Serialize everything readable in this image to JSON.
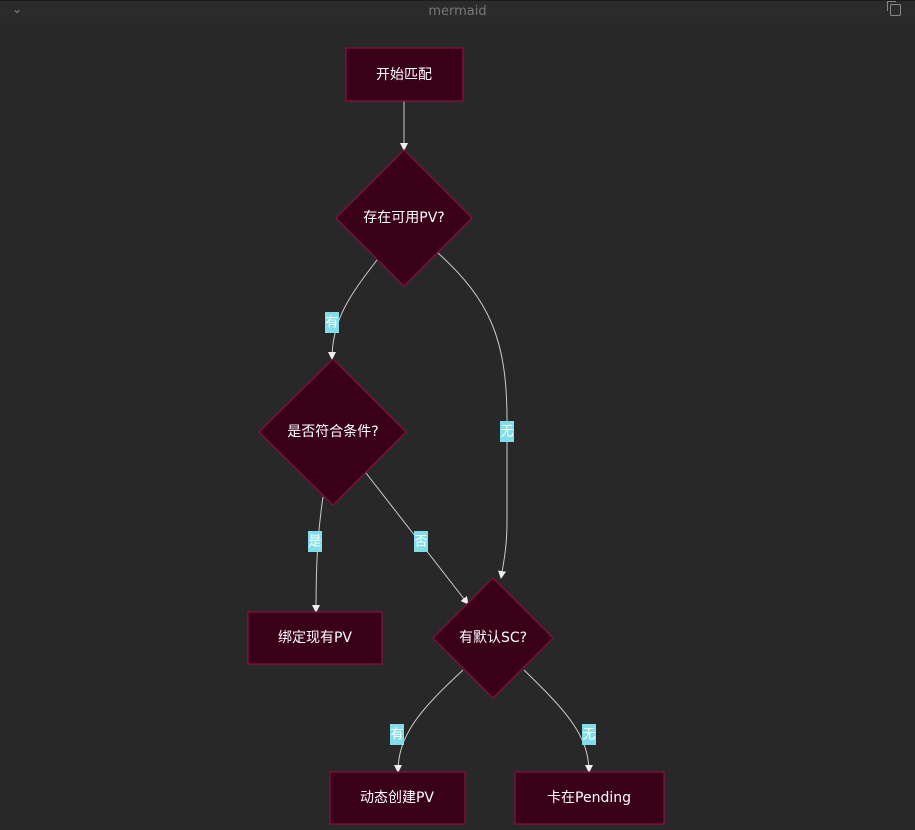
{
  "window": {
    "title": "mermaid",
    "collapse_icon": "chevron-down-icon",
    "copy_icon": "copy-icon"
  },
  "nodes": {
    "start": "开始匹配",
    "has_pv": "存在可用PV?",
    "matches": "是否符合条件?",
    "bind": "绑定现有PV",
    "default_sc": "有默认SC?",
    "dynamic": "动态创建PV",
    "pending": "卡在Pending"
  },
  "edges": {
    "has_pv_yes": "有",
    "has_pv_no": "无",
    "matches_yes": "是",
    "matches_no": "否",
    "sc_yes": "有",
    "sc_no": "无"
  },
  "colors": {
    "background": "#282828",
    "node_fill": "#3a0018",
    "node_stroke": "#8a1040",
    "edge_label_bg": "#80deea"
  }
}
